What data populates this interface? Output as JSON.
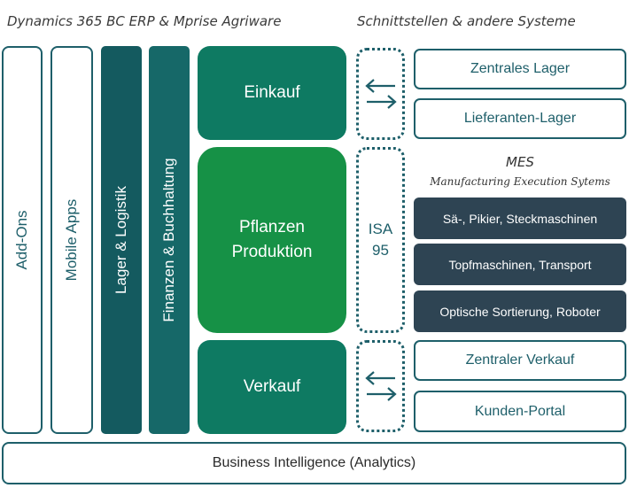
{
  "header": {
    "left": "Dynamics 365 BC ERP & Mprise Agriware",
    "right": "Schnittstellen & andere Systeme"
  },
  "columns": {
    "addons": "Add-Ons",
    "mobile": "Mobile Apps",
    "lager": "Lager & Logistik",
    "finanzen": "Finanzen & Buchhaltung"
  },
  "modules": {
    "einkauf": "Einkauf",
    "produktion_line1": "Pflanzen",
    "produktion_line2": "Produktion",
    "verkauf": "Verkauf"
  },
  "interface": {
    "isa_line1": "ISA",
    "isa_line2": "95"
  },
  "systems": {
    "zentrales_lager": "Zentrales Lager",
    "lieferanten_lager": "Lieferanten-Lager",
    "zentraler_verkauf": "Zentraler Verkauf",
    "kunden_portal": "Kunden-Portal"
  },
  "mes": {
    "title": "MES",
    "subtitle": "Manufacturing Execution Sytems",
    "items": [
      "Sä-, Pikier, Steckmaschinen",
      "Topfmaschinen, Transport",
      "Optische Sortierung, Roboter"
    ]
  },
  "footer": {
    "bi": "Business Intelligence (Analytics)"
  },
  "colors": {
    "primary_teal": "#1e5f6a",
    "module_green": "#0e7a62",
    "production_green": "#169146",
    "column_dark": "#145a5f",
    "column_mid": "#166868",
    "mes_dark": "#2e4453"
  }
}
